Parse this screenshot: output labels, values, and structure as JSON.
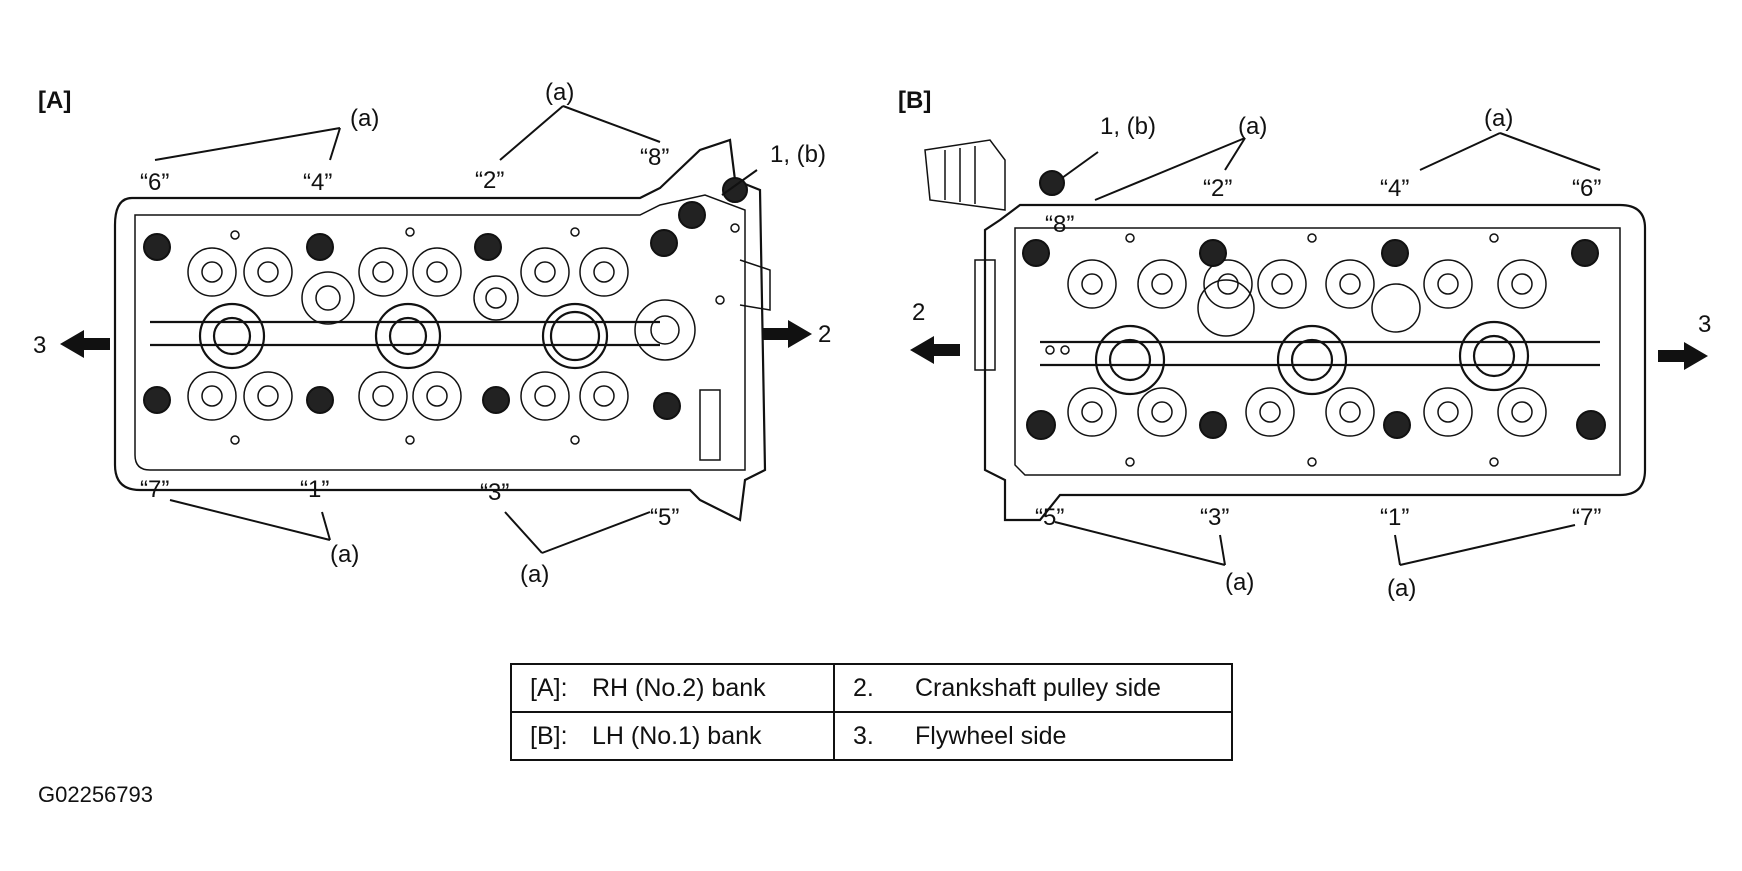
{
  "panels": {
    "a": {
      "tag": "[A]",
      "callouts": {
        "a_top_left": "(a)",
        "a_top_mid": "(a)",
        "a_bottom_left": "(a)",
        "a_bottom_mid": "(a)",
        "first_bolt": "1, (b)"
      },
      "bolt_labels": {
        "b6": "“6”",
        "b4": "“4”",
        "b2": "“2”",
        "b8": "“8”",
        "b7": "“7”",
        "b1": "“1”",
        "b3": "“3”",
        "b5": "“5”"
      },
      "arrow_left": "3",
      "arrow_right": "2"
    },
    "b": {
      "tag": "[B]",
      "callouts": {
        "first_bolt": "1, (b)",
        "a_top_left": "(a)",
        "a_top_right": "(a)",
        "a_bottom_left": "(a)",
        "a_bottom_right": "(a)"
      },
      "bolt_labels": {
        "b8": "“8”",
        "b2": "“2”",
        "b4": "“4”",
        "b6": "“6”",
        "b5": "“5”",
        "b3": "“3”",
        "b1": "“1”",
        "b7": "“7”"
      },
      "arrow_left": "2",
      "arrow_right": "3"
    }
  },
  "legend": [
    {
      "key_code": "[A]:",
      "key_text": "RH (No.2) bank",
      "num": "2.",
      "desc": "Crankshaft pulley side"
    },
    {
      "key_code": "[B]:",
      "key_text": "LH (No.1) bank",
      "num": "3.",
      "desc": "Flywheel side"
    }
  ],
  "figure_id": "G02256793",
  "colors": {
    "ink": "#111111",
    "paper": "#ffffff"
  }
}
